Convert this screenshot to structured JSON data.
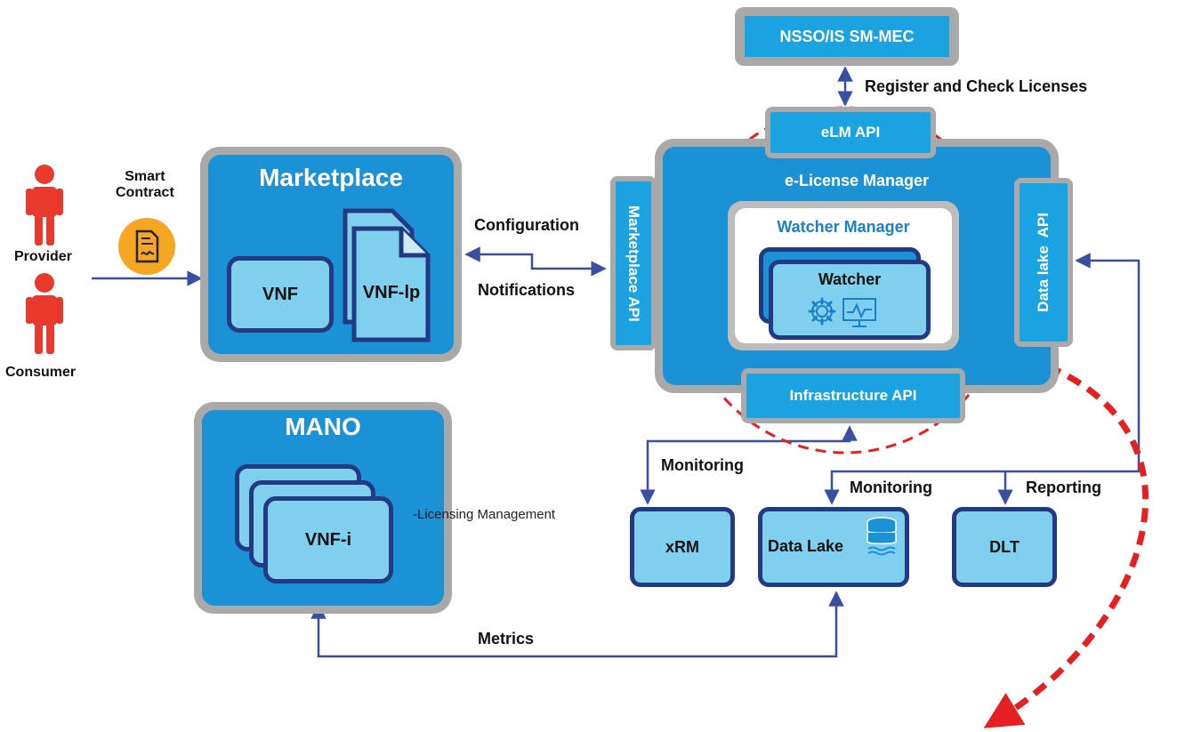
{
  "actors": {
    "provider": "Provider",
    "consumer": "Consumer"
  },
  "smart_contract": "Smart\nContract",
  "marketplace": {
    "title": "Marketplace",
    "vnf": "VNF",
    "vnf_lp": "VNF-lp"
  },
  "mano": {
    "title": "MANO",
    "vnf_i": "VNF-i",
    "note": "-Licensing Management"
  },
  "links": {
    "configuration": "Configuration",
    "notifications": "Notifications",
    "register": "Register and Check Licenses",
    "monitoring_left": "Monitoring",
    "monitoring_mid": "Monitoring",
    "reporting": "Reporting",
    "metrics": "Metrics"
  },
  "nsso": "NSSO/IS SM-MEC",
  "elm": {
    "title": "e-License Manager",
    "elm_api": "eLM API",
    "marketplace_api": "Marketplace API",
    "datalake_api": "Data lake  API",
    "infra_api": "Infrastructure API",
    "watcher_manager": "Watcher Manager",
    "watcher": "Watcher"
  },
  "bottom": {
    "xrm": "xRM",
    "datalake": "Data Lake",
    "dlt": "DLT"
  },
  "colors": {
    "box_blue": "#1b91d6",
    "card": "#7fd0ee",
    "arrow": "#3a4fa0",
    "person": "#e8392d",
    "dashed": "#e62020"
  },
  "icons": [
    "person-icon",
    "contract-document-icon",
    "gear-icon",
    "monitor-chart-icon",
    "database-icon"
  ]
}
